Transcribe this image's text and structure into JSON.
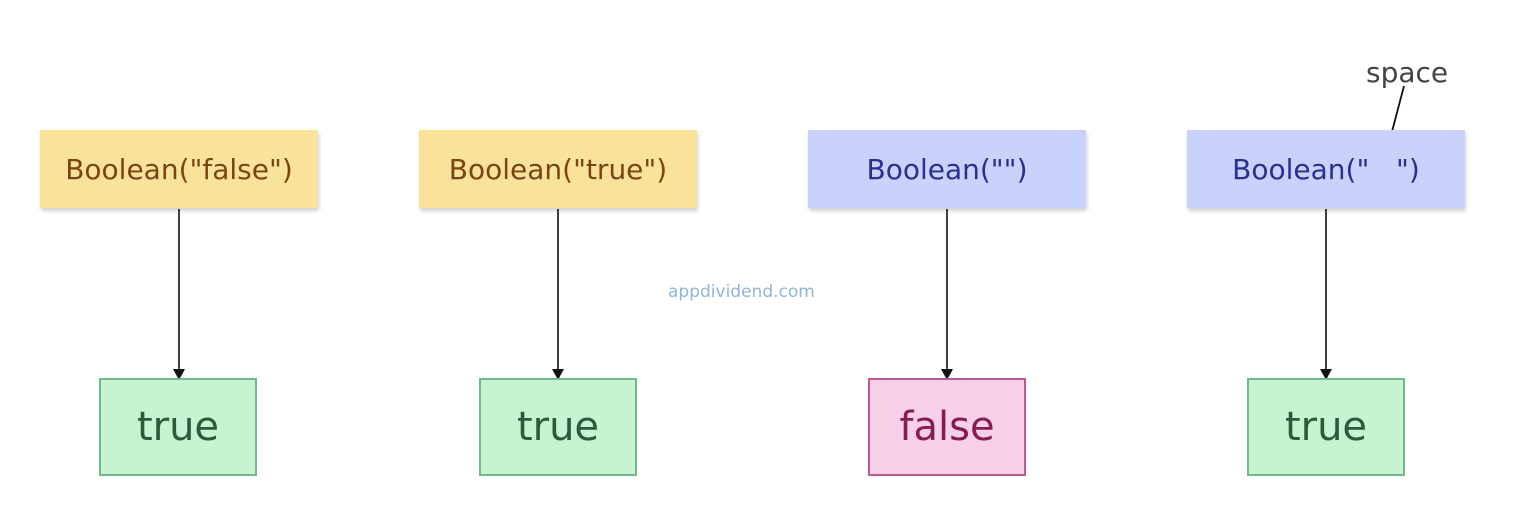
{
  "diagram": {
    "watermark": "appdividend.com",
    "annotation": {
      "label": "space"
    },
    "columns": [
      {
        "expression": "Boolean(\"false\")",
        "result": "true",
        "expression_color": "yellow",
        "result_color": "green"
      },
      {
        "expression": "Boolean(\"true\")",
        "result": "true",
        "expression_color": "yellow",
        "result_color": "green"
      },
      {
        "expression": "Boolean(\"\")",
        "result": "false",
        "expression_color": "blue",
        "result_color": "pink"
      },
      {
        "expression": "Boolean(\"   \")",
        "result": "true",
        "expression_color": "blue",
        "result_color": "green"
      }
    ],
    "colors": {
      "yellow_fill": "#f9e39b",
      "yellow_text": "#7a4514",
      "blue_fill": "#c8d2fb",
      "blue_text": "#2b2f8f",
      "green_fill": "#c7f3d2",
      "green_border": "#72b889",
      "green_text": "#2b5b3a",
      "pink_fill": "#f5d0e8",
      "pink_border": "#bb5a95",
      "pink_text": "#861c52",
      "arrow": "#111111"
    }
  }
}
